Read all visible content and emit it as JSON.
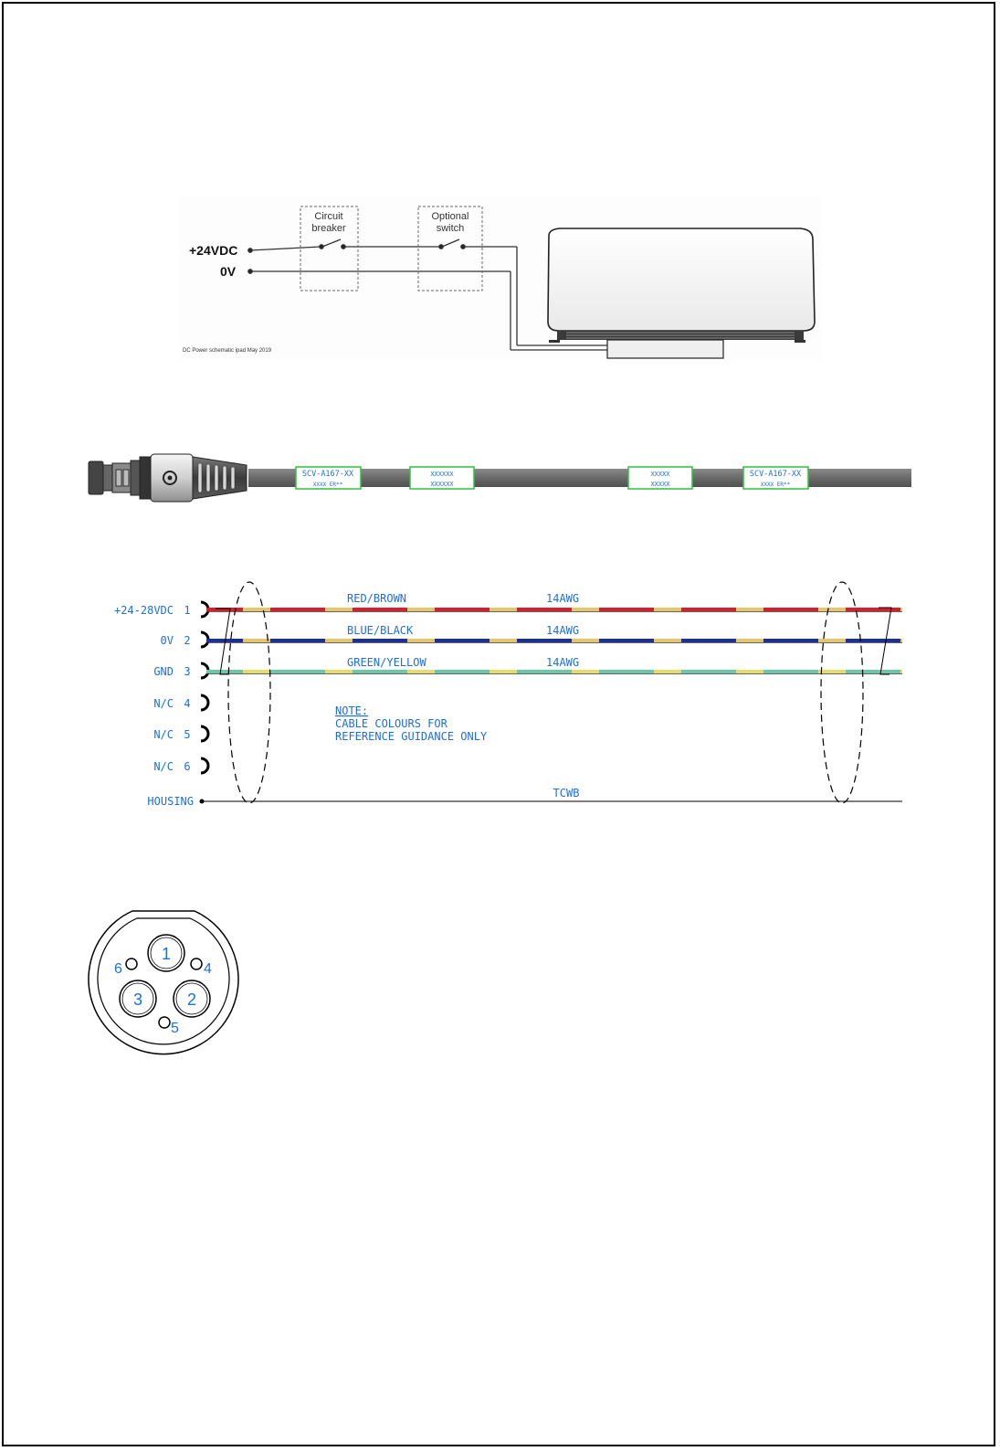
{
  "power_schematic": {
    "supply_positive": "+24VDC",
    "supply_zero": "0V",
    "breaker_line1": "Circuit",
    "breaker_line2": "breaker",
    "switch_line1": "Optional",
    "switch_line2": "switch",
    "footnote": "DC Power schematic ipad May 2019"
  },
  "cable": {
    "marker1_line1": "SCV-A167-XX",
    "marker1_line2": "XXXX ER**",
    "marker2_line1": "XXXXXX",
    "marker2_line2": "XXXXXX",
    "marker3_line1": "XXXXX",
    "marker3_line2": "XXXXX",
    "marker4_line1": "SCV-A167-XX",
    "marker4_line2": "XXXX ER**"
  },
  "wiring": {
    "pins": [
      {
        "label": "+24-28VDC",
        "num": "1"
      },
      {
        "label": "0V",
        "num": "2"
      },
      {
        "label": "GND",
        "num": "3"
      },
      {
        "label": "N/C",
        "num": "4"
      },
      {
        "label": "N/C",
        "num": "5"
      },
      {
        "label": "N/C",
        "num": "6"
      }
    ],
    "housing_label": "HOUSING",
    "wires": [
      {
        "color_name": "RED/BROWN",
        "gauge": "14AWG",
        "primary": "#d91c2a",
        "secondary": "#e7c56a"
      },
      {
        "color_name": "BLUE/BLACK",
        "gauge": "14AWG",
        "primary": "#1c2f9e",
        "secondary": "#e7c56a"
      },
      {
        "color_name": "GREEN/YELLOW",
        "gauge": "14AWG",
        "primary": "#6cc9a8",
        "secondary": "#e9dc6e"
      }
    ],
    "housing_wire": "TCWB",
    "note_title": "NOTE:",
    "note_line1": "CABLE COLOURS FOR",
    "note_line2": "REFERENCE GUIDANCE ONLY"
  },
  "connector_face": {
    "pin_labels": [
      "1",
      "2",
      "3",
      "4",
      "5",
      "6"
    ]
  }
}
